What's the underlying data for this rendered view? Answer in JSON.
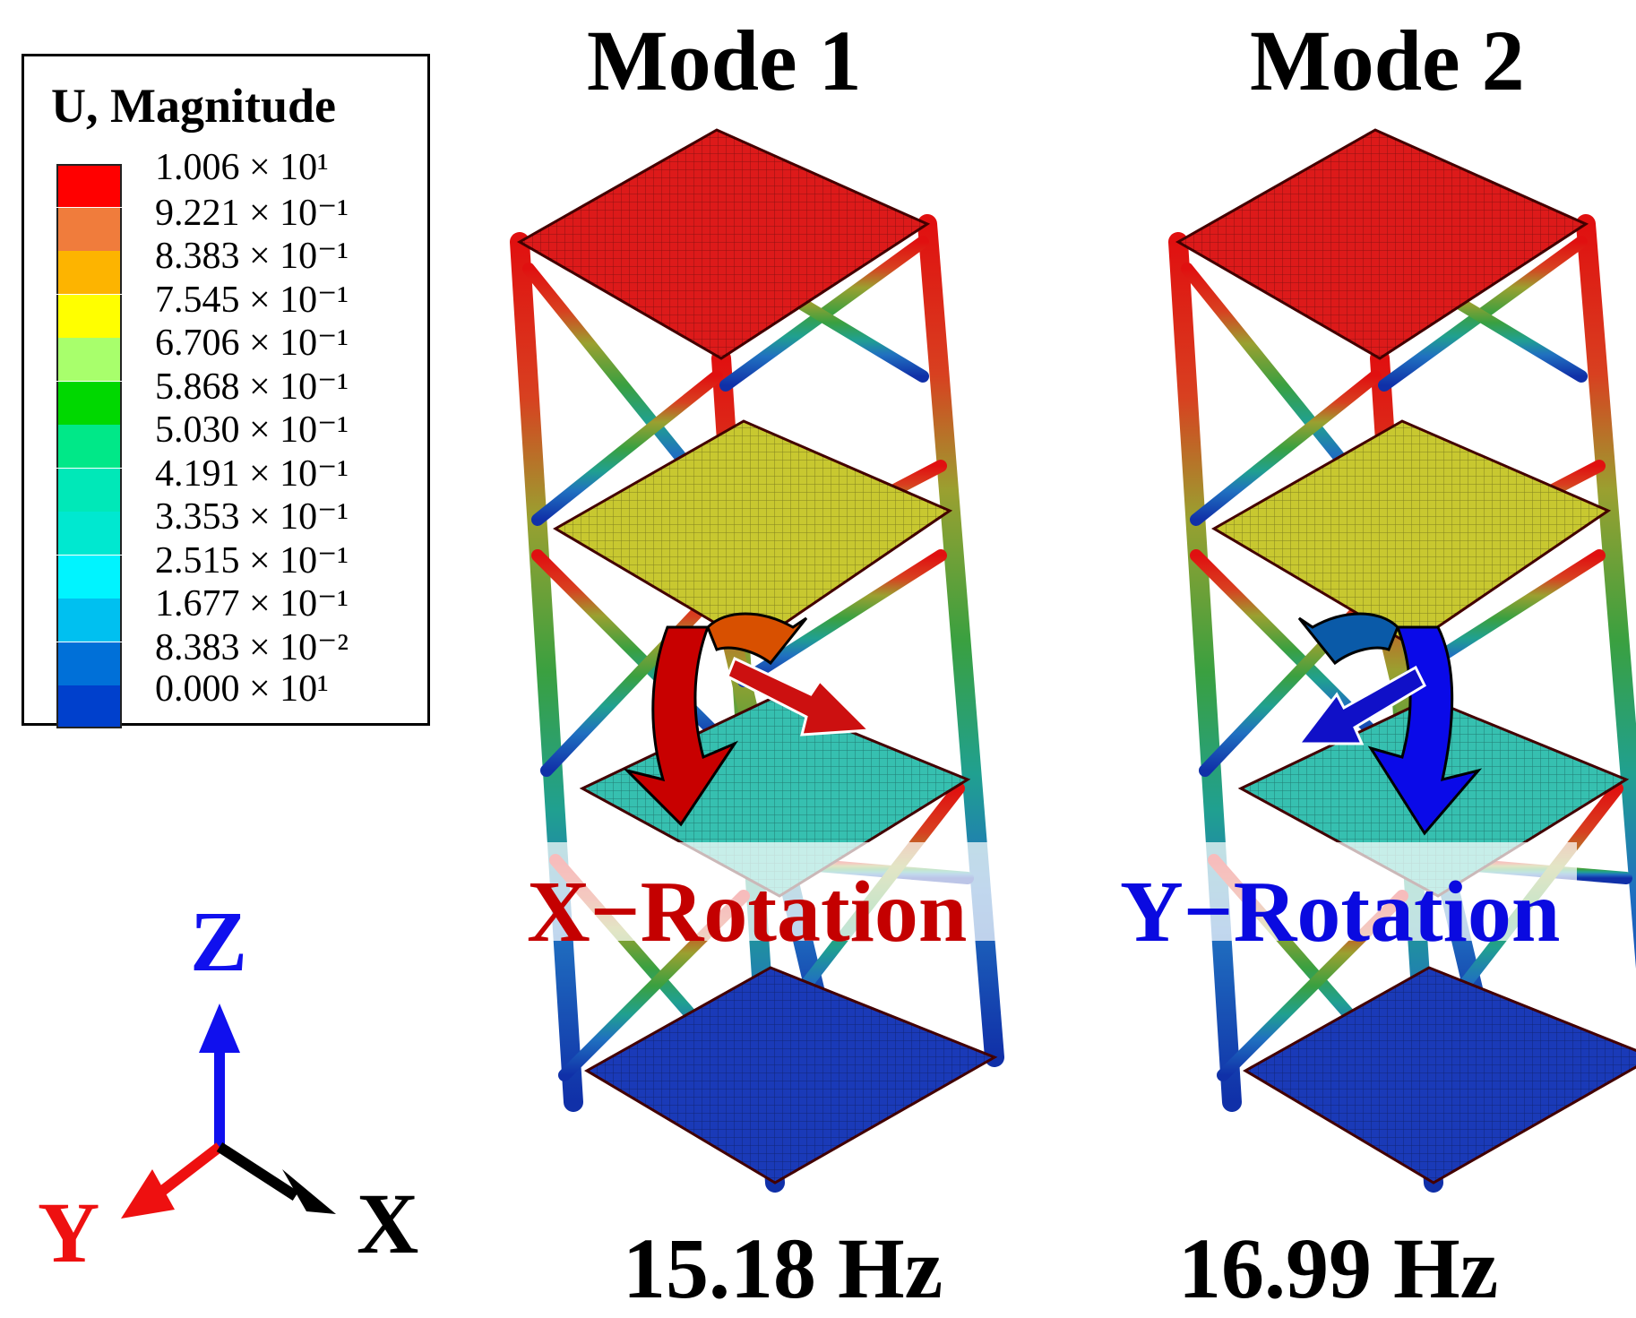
{
  "legend": {
    "title": "U, Magnitude",
    "entries": [
      {
        "color": "#ff0000",
        "label": "1.006 × 10¹"
      },
      {
        "color": "#f07c3c",
        "label": "9.221 × 10⁻¹"
      },
      {
        "color": "#fdb400",
        "label": "8.383 × 10⁻¹"
      },
      {
        "color": "#ffff00",
        "label": "7.545 × 10⁻¹"
      },
      {
        "color": "#a8ff6c",
        "label": "6.706 × 10⁻¹"
      },
      {
        "color": "#00d800",
        "label": "5.868 × 10⁻¹"
      },
      {
        "color": "#00e888",
        "label": "5.030 × 10⁻¹"
      },
      {
        "color": "#00e8b8",
        "label": "4.191 × 10⁻¹"
      },
      {
        "color": "#00e8d0",
        "label": "3.353 × 10⁻¹"
      },
      {
        "color": "#00f4ff",
        "label": "2.515 × 10⁻¹"
      },
      {
        "color": "#00c0f0",
        "label": "1.677 × 10⁻¹"
      },
      {
        "color": "#0070d8",
        "label": "8.383 × 10⁻²"
      },
      {
        "color": "#0040cc",
        "label": "0.000 × 10¹"
      }
    ]
  },
  "modes": [
    {
      "title": "Mode 1",
      "rotation_label": "X−Rotation",
      "rotation_color": "#c40000",
      "frequency": "15.18 Hz"
    },
    {
      "title": "Mode 2",
      "rotation_label": "Y−Rotation",
      "rotation_color": "#0a0ae0",
      "frequency": "16.99 Hz"
    }
  ],
  "axes": {
    "z_label": "Z",
    "z_color": "#1010ee",
    "y_label": "Y",
    "y_color": "#ee1010",
    "x_label": "X",
    "x_color": "#000000"
  },
  "colors": {
    "top_plate": "#dd1a1a",
    "upper_plate": "#c8c830",
    "middle_plate": "#36c0b0",
    "base_plate": "#1a3ab8"
  }
}
